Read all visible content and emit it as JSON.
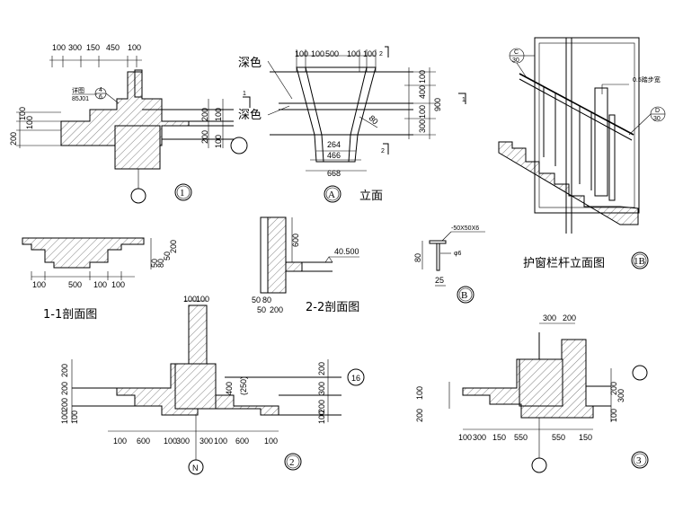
{
  "sheet": {
    "d1": {
      "top_dims": [
        "100",
        "300",
        "150",
        "450",
        "100"
      ],
      "left_dims": [
        "200",
        "100",
        "100"
      ],
      "right_dims": [
        "200",
        "100",
        "200",
        "100"
      ],
      "ref_top": "详图",
      "ref_bot": "85J01",
      "ref_num_top": "4",
      "ref_num_bot": "6",
      "marker": "1"
    },
    "dA": {
      "top_dims": [
        "100",
        "100",
        "500",
        "100",
        "100"
      ],
      "bottom_dims": [
        "264",
        "466",
        "668"
      ],
      "right_dims": [
        "100",
        "400",
        "100",
        "900",
        "300"
      ],
      "angle": "80",
      "note1": "深色",
      "note2": "深色",
      "cut": "1",
      "cut2": "2",
      "marker": "A",
      "title": "立面"
    },
    "d1B": {
      "ref1_top": "C",
      "ref1_bot": "30",
      "ref2_top": "D",
      "ref2_bot": "30",
      "note": "0.5踏步宽",
      "title": "护窗栏杆立面图",
      "marker": "1B"
    },
    "s11": {
      "dims": [
        "100",
        "500",
        "100",
        "100"
      ],
      "right_dims": [
        "50",
        "80",
        "50",
        "200"
      ],
      "title": "1-1剖面图"
    },
    "s22": {
      "dims": [
        "50",
        "80"
      ],
      "dims2": [
        "50",
        "200"
      ],
      "height": "600",
      "level": "40.500",
      "title": "2-2剖面图"
    },
    "dB": {
      "steel": "-50X50X6",
      "rod": "φ6",
      "h": "80",
      "w": "25",
      "marker": "B"
    },
    "d2": {
      "top_dims": [
        "100",
        "100"
      ],
      "left_dims": [
        "200",
        "200",
        "200",
        "100",
        "100"
      ],
      "bottom_dims": [
        "100",
        "600",
        "100",
        "300",
        "300",
        "100",
        "600",
        "100"
      ],
      "right_dims": [
        "200",
        "300",
        "200",
        "100"
      ],
      "mid": "400",
      "mid2": "(250)",
      "axis": "16",
      "axisN": "N",
      "marker": "2"
    },
    "d3": {
      "top_dims": [
        "300",
        "200"
      ],
      "left_dims": [
        "100",
        "200"
      ],
      "bottom_dims": [
        "100",
        "300",
        "150",
        "550",
        "550",
        "150"
      ],
      "right_dims": [
        "200",
        "300",
        "100"
      ],
      "marker": "3"
    }
  }
}
